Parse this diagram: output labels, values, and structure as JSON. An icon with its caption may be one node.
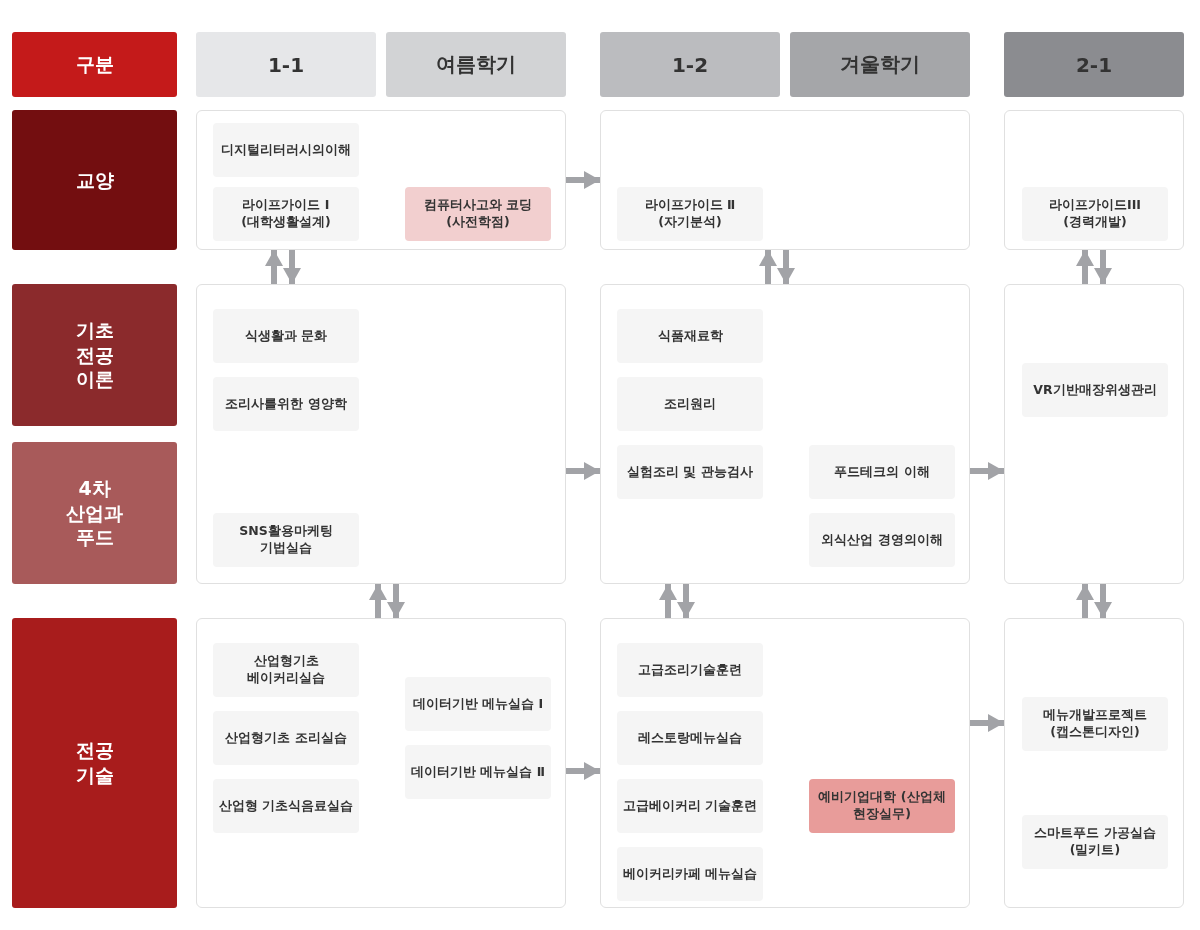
{
  "diagram": {
    "nodes": [
      {
        "text": [
          "구분"
        ]
      },
      {
        "text": [
          "1-1"
        ]
      },
      {
        "text": [
          "여름학기"
        ]
      },
      {
        "text": [
          "1-2"
        ]
      },
      {
        "text": [
          "겨울학기"
        ]
      },
      {
        "text": [
          "2-1"
        ]
      },
      {
        "text": [
          "교양"
        ]
      },
      {
        "text": [
          "기초 전공 이론"
        ]
      },
      {
        "text": [
          "4차 산업과 푸드"
        ]
      },
      {
        "text": [
          "전공 기술"
        ]
      },
      {
        "text": [],
        "shape": "box"
      },
      {
        "text": [
          "디지털리터러시의이해"
        ],
        "in": 10
      },
      {
        "text": [
          "라이프가이드 Ⅰ (대학생활설계)"
        ],
        "in": 10
      },
      {
        "text": [
          "컴퓨터사고와 코딩(사전학점)"
        ],
        "in": 10
      },
      {
        "text": [],
        "shape": "box"
      },
      {
        "text": [
          "라이프가이드 Ⅱ (자기분석)"
        ],
        "in": 14
      },
      {
        "text": [],
        "shape": "box"
      },
      {
        "text": [
          "라이프가이드III (경력개발)"
        ],
        "in": 16
      },
      {
        "text": [],
        "shape": "box"
      },
      {
        "text": [
          "식생활과 문화"
        ],
        "in": 18
      },
      {
        "text": [
          "조리사를위한 영양학"
        ],
        "in": 18
      },
      {
        "text": [
          "SNS활용마케팅 기법실습"
        ],
        "in": 18
      },
      {
        "text": [],
        "shape": "box"
      },
      {
        "text": [
          "식품재료학"
        ],
        "in": 22
      },
      {
        "text": [
          "조리원리"
        ],
        "in": 22
      },
      {
        "text": [
          "실험조리 및 관능검사"
        ],
        "in": 22
      },
      {
        "text": [
          "푸드테크의 이해"
        ],
        "in": 22
      },
      {
        "text": [
          "외식산업 경영의이해"
        ],
        "in": 22
      },
      {
        "text": [],
        "shape": "box"
      },
      {
        "text": [
          "VR기반매장위생관리"
        ],
        "in": 28
      },
      {
        "text": [],
        "shape": "box"
      },
      {
        "text": [
          "산업형기초 베이커리실습"
        ],
        "in": 30
      },
      {
        "text": [
          "산업형기초 조리실습"
        ],
        "in": 30
      },
      {
        "text": [
          "산업형 기초식음료실습"
        ],
        "in": 30
      },
      {
        "text": [
          "데이터기반 메뉴실습 Ⅰ"
        ],
        "in": 30
      },
      {
        "text": [
          "데이터기반 메뉴실습 Ⅱ"
        ],
        "in": 30
      },
      {
        "text": [],
        "shape": "box"
      },
      {
        "text": [
          "고급조리기술훈련"
        ],
        "in": 36
      },
      {
        "text": [
          "레스토랑메뉴실습"
        ],
        "in": 36
      },
      {
        "text": [
          "고급베이커리 기술훈련"
        ],
        "in": 36
      },
      {
        "text": [
          "베이커리카페 메뉴실습"
        ],
        "in": 36
      },
      {
        "text": [
          "예비기업대학 (산업체 현장실무)"
        ],
        "in": 36
      },
      {
        "text": [],
        "shape": "box"
      },
      {
        "text": [
          "메뉴개발프로젝트 (캡스톤디자인)"
        ],
        "in": 42
      },
      {
        "text": [
          "스마트푸드 가공실습(밀키트)"
        ],
        "in": 42
      }
    ],
    "edges": [
      {
        "from": 10,
        "to": 14,
        "arrow": "to"
      },
      {
        "from": 18,
        "to": 22,
        "arrow": "to"
      },
      {
        "from": 22,
        "to": 28,
        "arrow": "to"
      },
      {
        "from": 30,
        "to": 36,
        "arrow": "to"
      },
      {
        "from": 36,
        "to": 42,
        "arrow": "to"
      },
      {
        "from": 18,
        "to": 10,
        "arrow": "to"
      },
      {
        "from": 10,
        "to": 18,
        "arrow": "to"
      },
      {
        "from": 30,
        "to": 18,
        "arrow": "to"
      },
      {
        "from": 18,
        "to": 30,
        "arrow": "to"
      },
      {
        "from": 22,
        "to": 14,
        "arrow": "to"
      },
      {
        "from": 14,
        "to": 22,
        "arrow": "to"
      },
      {
        "from": 36,
        "to": 22,
        "arrow": "to"
      },
      {
        "from": 22,
        "to": 36,
        "arrow": "to"
      },
      {
        "from": 28,
        "to": 16,
        "arrow": "to"
      },
      {
        "from": 16,
        "to": 28,
        "arrow": "to"
      },
      {
        "from": 42,
        "to": 28,
        "arrow": "to"
      },
      {
        "from": 28,
        "to": 42,
        "arrow": "to"
      }
    ]
  }
}
